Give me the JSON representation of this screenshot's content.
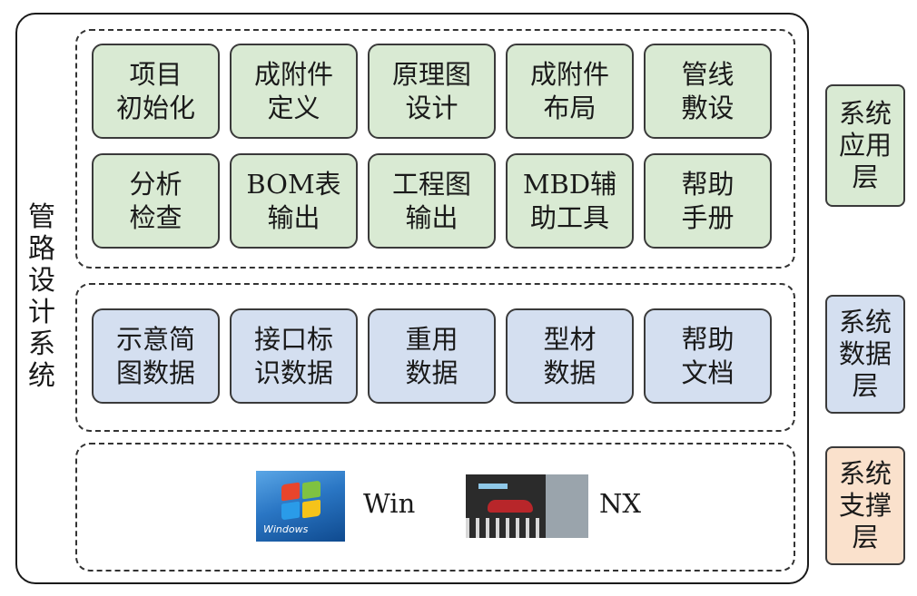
{
  "system_title": [
    "管",
    "路",
    "设",
    "计",
    "系",
    "统"
  ],
  "app_modules": [
    [
      "项目",
      "初始化"
    ],
    [
      "成附件",
      "定义"
    ],
    [
      "原理图",
      "设计"
    ],
    [
      "成附件",
      "布局"
    ],
    [
      "管线",
      "敷设"
    ],
    [
      "分析",
      "检查"
    ],
    [
      "BOM表",
      "输出"
    ],
    [
      "工程图",
      "输出"
    ],
    [
      "MBD辅",
      "助工具"
    ],
    [
      "帮助",
      "手册"
    ]
  ],
  "data_modules": [
    [
      "示意简",
      "图数据"
    ],
    [
      "接口标",
      "识数据"
    ],
    [
      "重用",
      "数据"
    ],
    [
      "型材",
      "数据"
    ],
    [
      "帮助",
      "文档"
    ]
  ],
  "support": {
    "win_logo_text": "Windows",
    "win_label": "Win",
    "nx_label": "NX"
  },
  "layers": {
    "app": [
      "系统",
      "应用",
      "层"
    ],
    "data": [
      "系统",
      "数据",
      "层"
    ],
    "support": [
      "系统",
      "支撑",
      "层"
    ]
  },
  "colors": {
    "app_fill": "#d9ead3",
    "data_fill": "#d4dff0",
    "support_fill": "#fae1cc"
  }
}
